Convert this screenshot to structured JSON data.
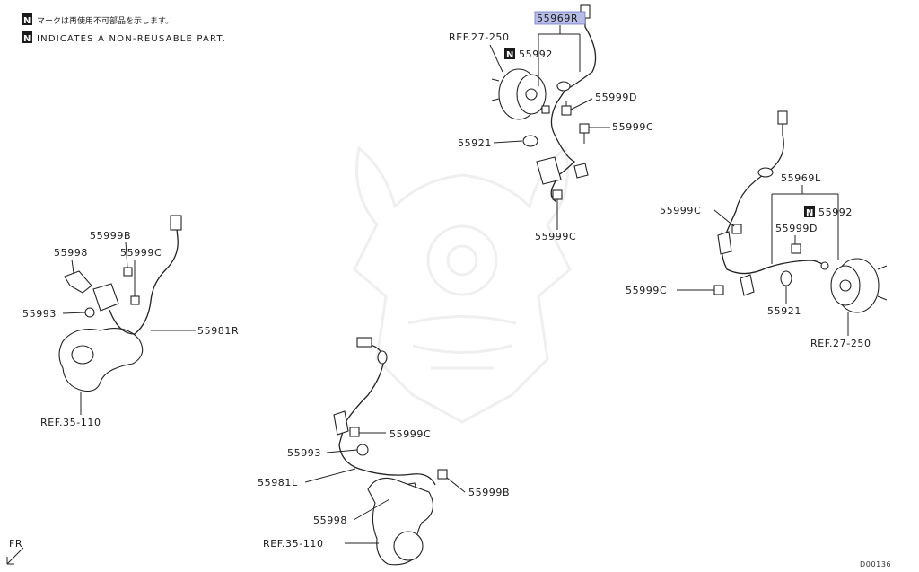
{
  "notes": {
    "nonreusable_marker": "N",
    "japanese": "マークは再使用不可部品を示します。",
    "english": "INDICATES A NON-REUSABLE PART."
  },
  "front_right": {
    "sensor_highlighted": "55969R",
    "ref_hub": "REF.27-250",
    "nonreusable_part": "55992",
    "bolt_d": "55999D",
    "clip": "55921",
    "bolt_c1": "55999C",
    "bolt_c2": "55999C"
  },
  "front_left": {
    "sensor": "55969L",
    "bolt_c1": "55999C",
    "nonreusable_part": "55992",
    "bolt_d": "55999D",
    "bolt_c2": "55999C",
    "clip": "55921",
    "ref_hub": "REF.27-250"
  },
  "rear_right": {
    "bolt_b": "55999B",
    "bracket": "55998",
    "bolt_c": "55999C",
    "grommet": "55993",
    "sensor": "55981R",
    "ref_knuckle": "REF.35-110"
  },
  "rear_left": {
    "bolt_c": "55999C",
    "grommet": "55993",
    "sensor": "55981L",
    "bolt_b": "55999B",
    "bracket": "55998",
    "ref_knuckle": "REF.35-110"
  },
  "footer": {
    "fr": "FR",
    "drawing_code": "D00136"
  }
}
